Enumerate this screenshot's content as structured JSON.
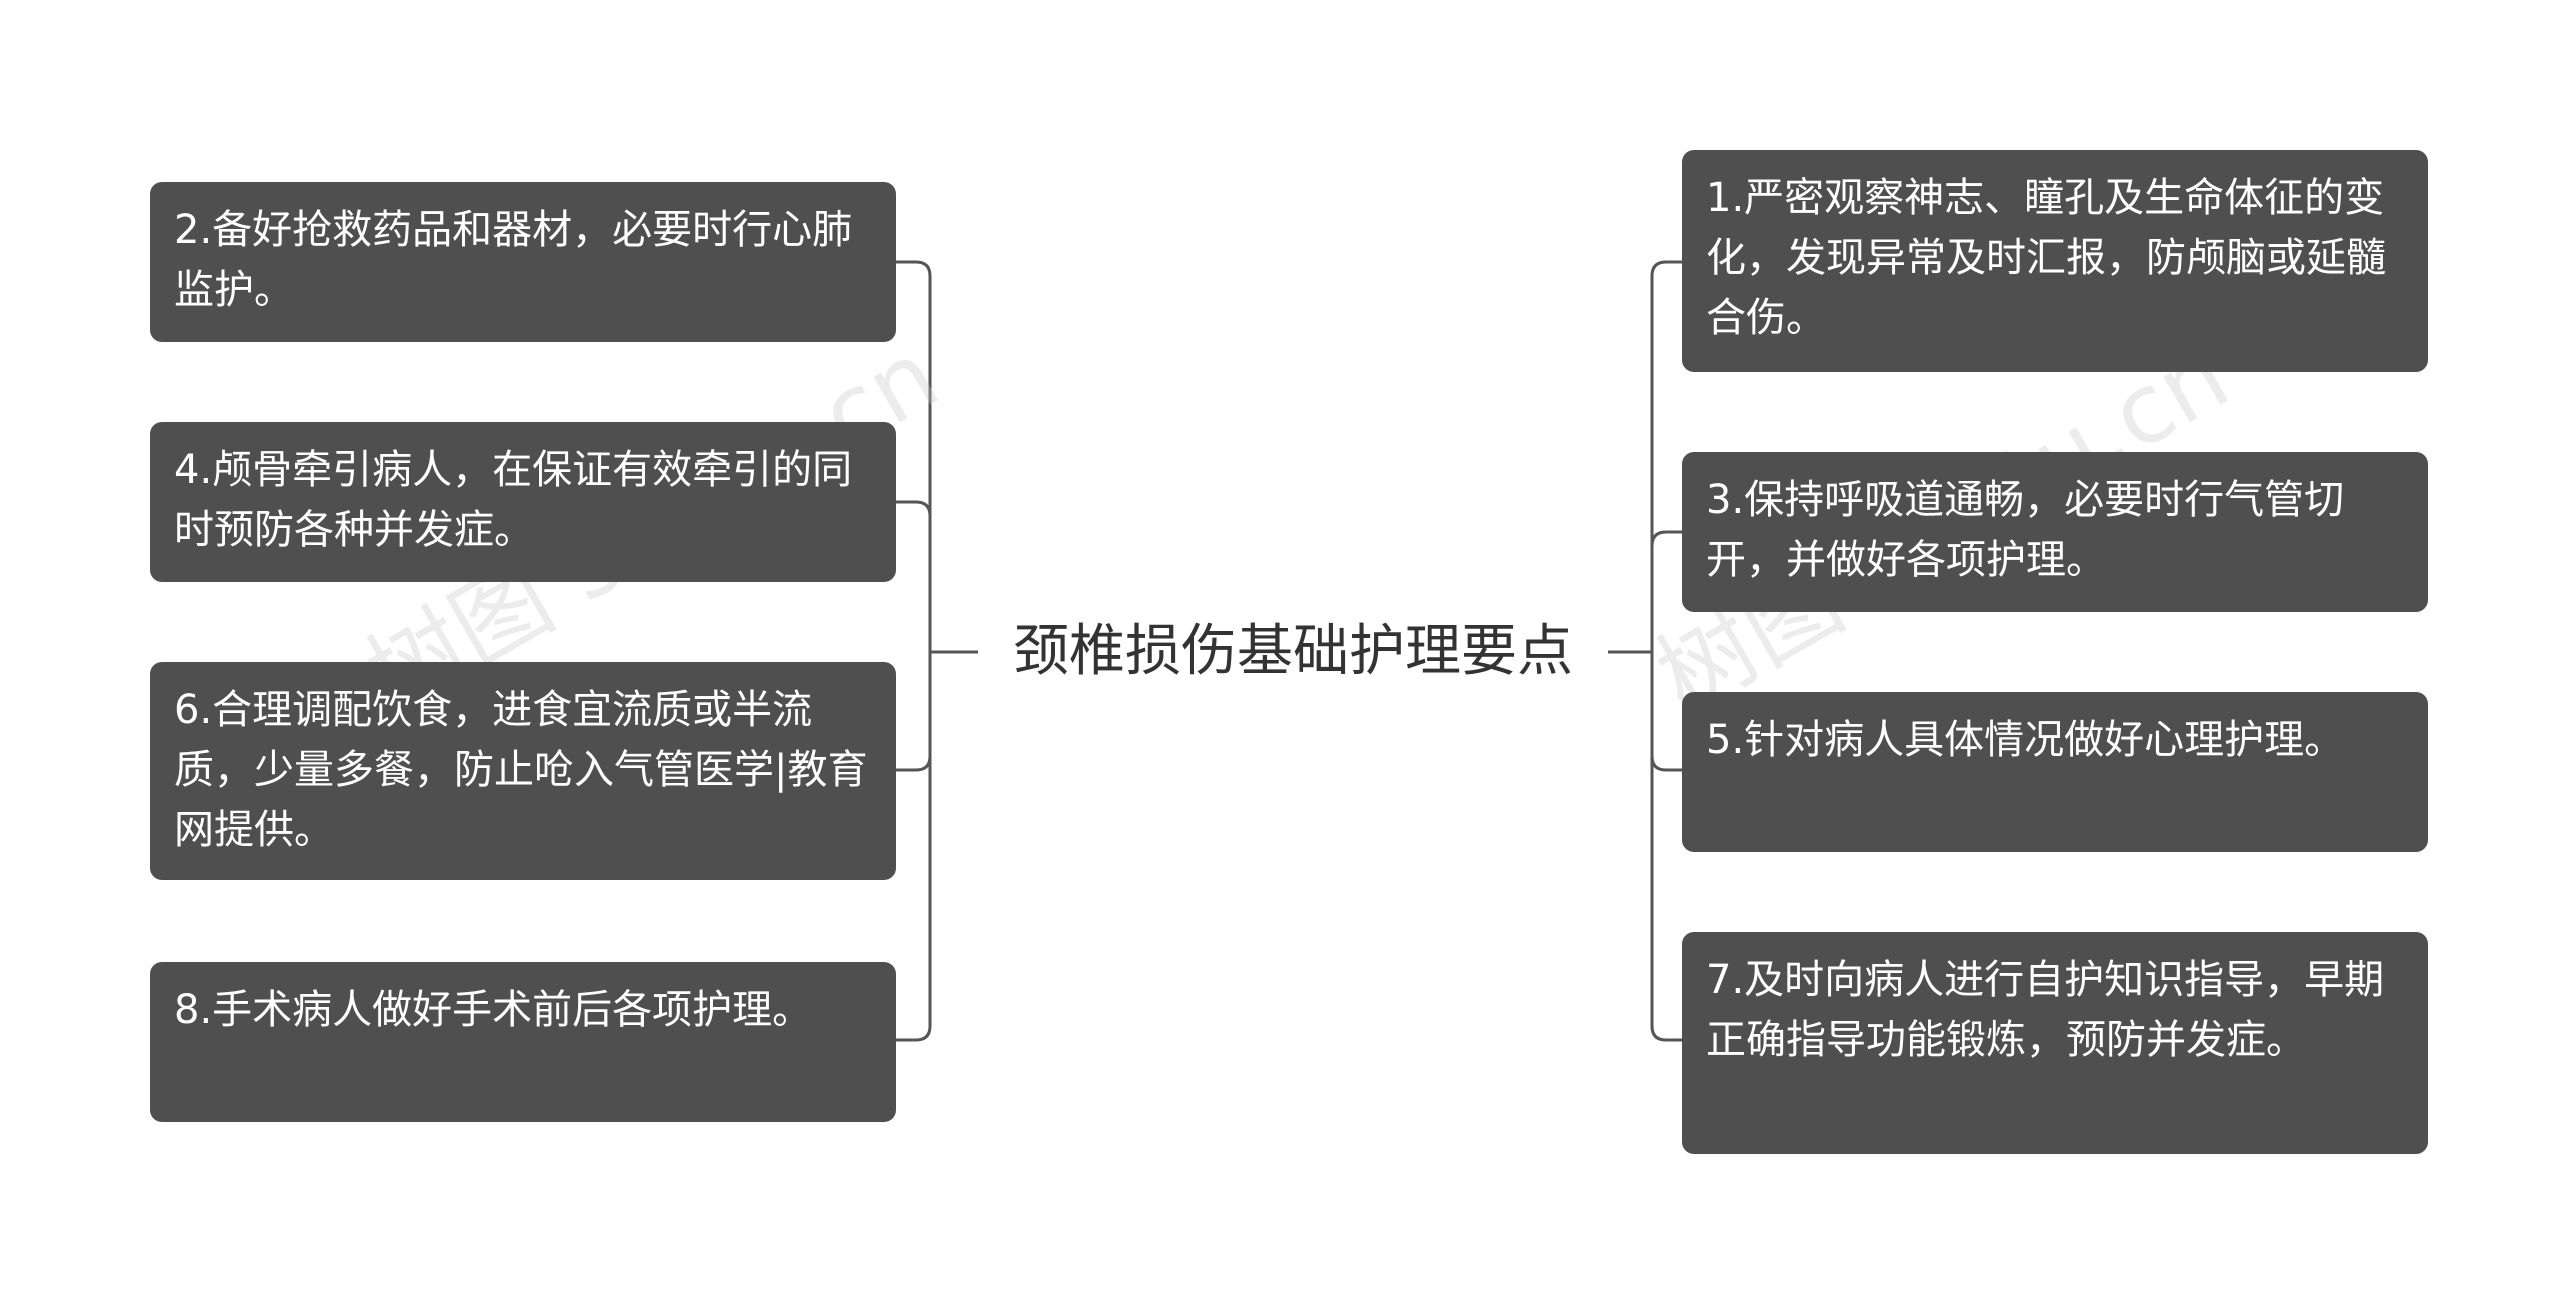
{
  "center": {
    "title": "颈椎损伤基础护理要点"
  },
  "left_nodes": [
    {
      "text": "2.备好抢救药品和器材，必要时行心肺监护。"
    },
    {
      "text": "4.颅骨牵引病人，在保证有效牵引的同时预防各种并发症。"
    },
    {
      "text": "6.合理调配饮食，进食宜流质或半流质，少量多餐，防止呛入气管医学|教育网提供。"
    },
    {
      "text": "8.手术病人做好手术前后各项护理。"
    }
  ],
  "right_nodes": [
    {
      "text": "1.严密观察神志、瞳孔及生命体征的变化，发现异常及时汇报，防颅脑或延髓合伤。"
    },
    {
      "text": "3.保持呼吸道通畅，必要时行气管切开，并做好各项护理。"
    },
    {
      "text": "5.针对病人具体情况做好心理护理。"
    },
    {
      "text": "7.及时向病人进行自护知识指导，早期正确指导功能锻炼，预防并发症。"
    }
  ],
  "watermarks": [
    "树图 shutu.cn",
    "树图 shutu.cn"
  ],
  "colors": {
    "node_bg": "#4f4f4f",
    "node_text": "#ffffff",
    "connector": "#555555",
    "center_text": "#333333"
  }
}
